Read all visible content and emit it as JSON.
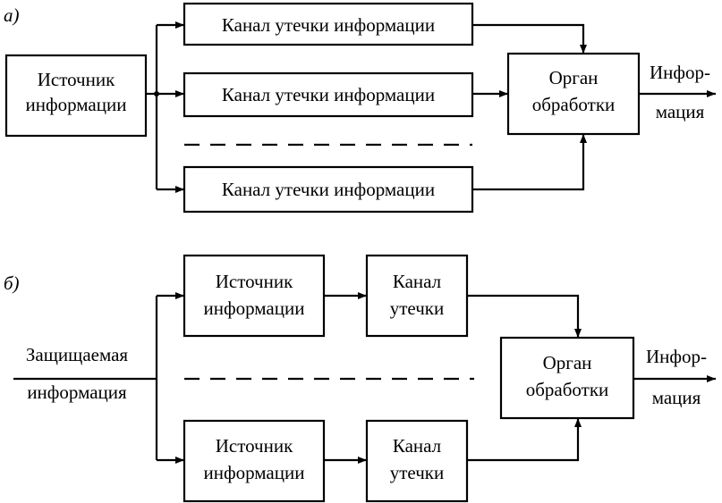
{
  "part_a": {
    "label": "а)",
    "source": {
      "line1": "Источник",
      "line2": "информации"
    },
    "channels": [
      "Канал утечки информации",
      "Канал утечки информации",
      "Канал утечки информации"
    ],
    "processor": {
      "line1": "Орган",
      "line2": "обработки"
    },
    "output": {
      "line1": "Инфор-",
      "line2": "мация"
    }
  },
  "part_b": {
    "label": "б)",
    "input": {
      "line1": "Защищаемая",
      "line2": "информация"
    },
    "branches": [
      {
        "source": {
          "line1": "Источник",
          "line2": "информации"
        },
        "channel": {
          "line1": "Канал",
          "line2": "утечки"
        }
      },
      {
        "source": {
          "line1": "Источник",
          "line2": "информации"
        },
        "channel": {
          "line1": "Канал",
          "line2": "утечки"
        }
      }
    ],
    "processor": {
      "line1": "Орган",
      "line2": "обработки"
    },
    "output": {
      "line1": "Инфор-",
      "line2": "мация"
    }
  }
}
